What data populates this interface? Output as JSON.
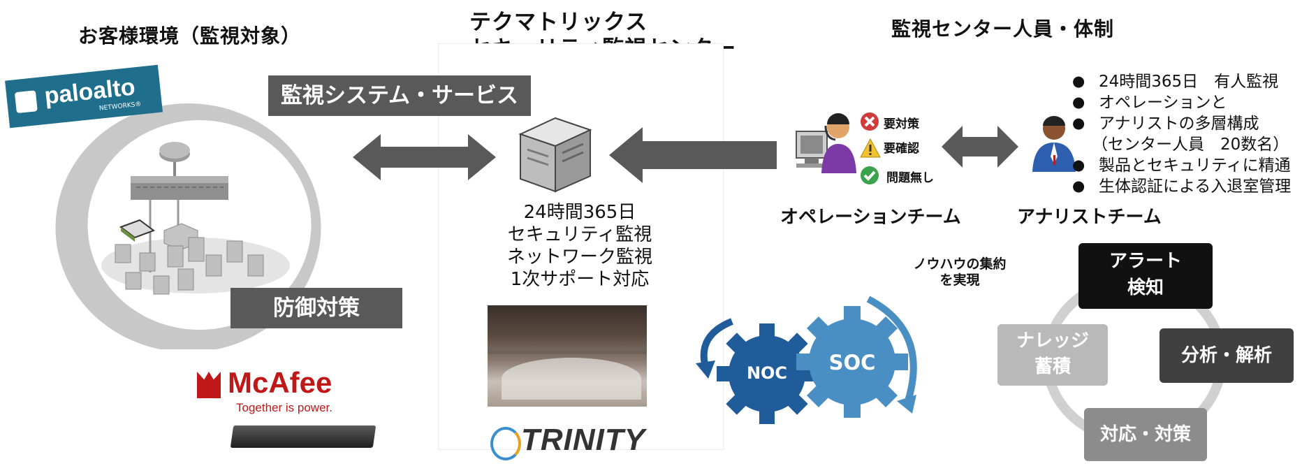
{
  "headings": {
    "customer": "お客様環境（監視対象）",
    "center_line1": "テクマトリックス",
    "center_line2": "セキュリティ監視センター",
    "staff": "監視センター人員・体制"
  },
  "labels": {
    "monitoring_service": "監視システム・サービス",
    "defense": "防御対策"
  },
  "logos": {
    "paloalto": "paloalto",
    "paloalto_sub": "NETWORKS®",
    "mcafee": "McAfee",
    "mcafee_tagline": "Together is power.",
    "trinity": "TRINITY"
  },
  "services": [
    "24時間365日",
    "セキュリティ監視",
    "ネットワーク監視",
    "1次サポート対応"
  ],
  "statuses": {
    "action_required": "要対策",
    "check_required": "要確認",
    "no_issue": "問題無し"
  },
  "teams": {
    "operation": "オペレーションチーム",
    "analyst": "アナリストチーム"
  },
  "staff_bullets": [
    {
      "text": "24時間365日　有人監視",
      "bullet": true
    },
    {
      "text": "オペレーションと",
      "bullet": true
    },
    {
      "text": "アナリストの多層構成",
      "bullet": true
    },
    {
      "text": "（センター人員　20数名）",
      "bullet": false
    },
    {
      "text": "製品とセキュリティに精通",
      "bullet": true
    },
    {
      "text": "生体認証による入退室管理",
      "bullet": true
    }
  ],
  "knowhow": {
    "line1": "ノウハウの集約",
    "line2": "を実現"
  },
  "gears": {
    "noc": "NOC",
    "soc": "SOC"
  },
  "cycle": {
    "alert_line1": "アラート",
    "alert_line2": "検知",
    "analysis": "分析・解析",
    "response": "対応・対策",
    "knowledge_line1": "ナレッジ",
    "knowledge_line2": "蓄積"
  },
  "colors": {
    "gear_blue": "#1f5c99",
    "gear_light_blue": "#4a8fc4",
    "paloalto_teal": "#1f6e8c",
    "mcafee_red": "#c01818",
    "cycle_black": "#111111",
    "cycle_dark": "#404040",
    "cycle_mid": "#8c8c8c",
    "cycle_light": "#b9b9b9"
  }
}
